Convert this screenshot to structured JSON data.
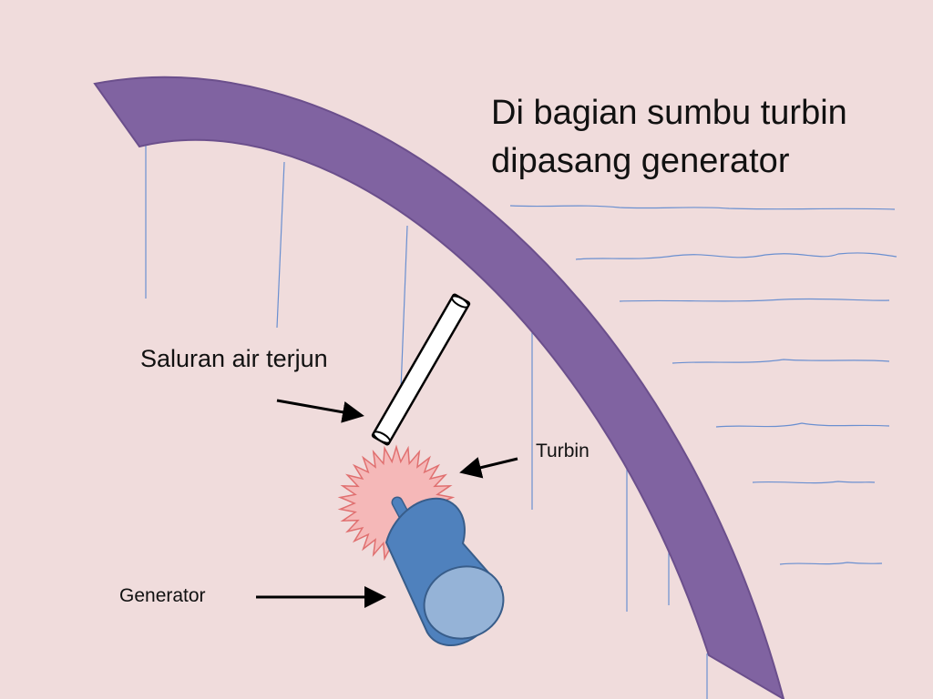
{
  "title": {
    "line1": "Di bagian sumbu turbin",
    "line2": "dipasang generator"
  },
  "labels": {
    "channel": "Saluran air terjun",
    "turbine": "Turbin",
    "generator": "Generator"
  },
  "colors": {
    "background": "#f0dcdc",
    "dam": "#8063a1",
    "dam_edge": "#6b4f8c",
    "water_lines": "#6a8fd0",
    "turbine_fill": "#f5b8b8",
    "turbine_edge": "#e07070",
    "generator_body": "#4f81bd",
    "generator_face": "#95b3d7",
    "generator_edge": "#385d8a",
    "arrow": "#000000"
  }
}
